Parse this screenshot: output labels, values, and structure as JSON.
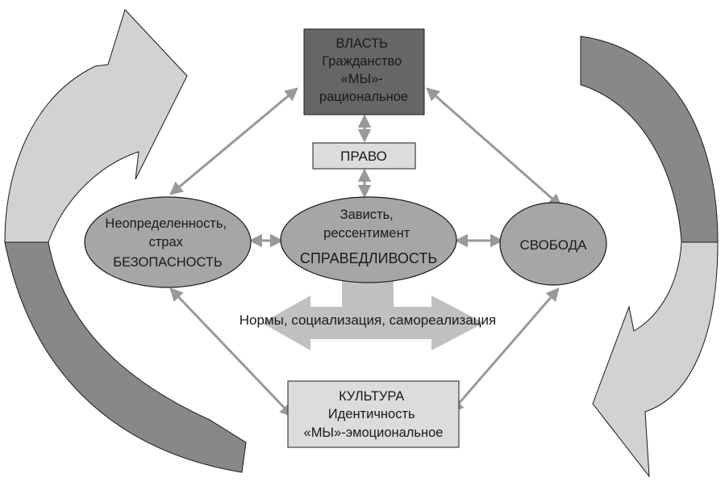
{
  "diagram": {
    "nodes": {
      "vlast": {
        "lines": [
          "ВЛАСТЬ",
          "Гражданство",
          "«МЫ»-",
          "рациональное"
        ],
        "shape": "rect",
        "fill": "#666666"
      },
      "pravo": {
        "lines": [
          "ПРАВО"
        ],
        "shape": "rect",
        "fill": "#dcdcdc"
      },
      "bezopasnost": {
        "lines": [
          "Неопределенность,",
          "страх",
          "БЕЗОПАСНОСТЬ"
        ],
        "shape": "ellipse",
        "fill": "#a6a6a6"
      },
      "spravedlivost": {
        "lines": [
          "Зависть,",
          "рессентимент",
          "СПРАВЕДЛИВОСТЬ"
        ],
        "shape": "ellipse",
        "fill": "#a6a6a6"
      },
      "svoboda": {
        "lines": [
          "СВОБОДА"
        ],
        "shape": "ellipse",
        "fill": "#a6a6a6"
      },
      "kultura": {
        "lines": [
          "КУЛЬТУРА",
          "Идентичность",
          "«МЫ»-эмоциональное"
        ],
        "shape": "rect",
        "fill": "#dcdcdc"
      }
    },
    "norms_label": "Нормы, социализация, самореализация",
    "colors": {
      "connector": "#999999",
      "big_arrow": "#c0c0c0",
      "curve_light": "#d2d2d2",
      "curve_dark": "#888888",
      "outline": "#1a1a1a"
    }
  }
}
